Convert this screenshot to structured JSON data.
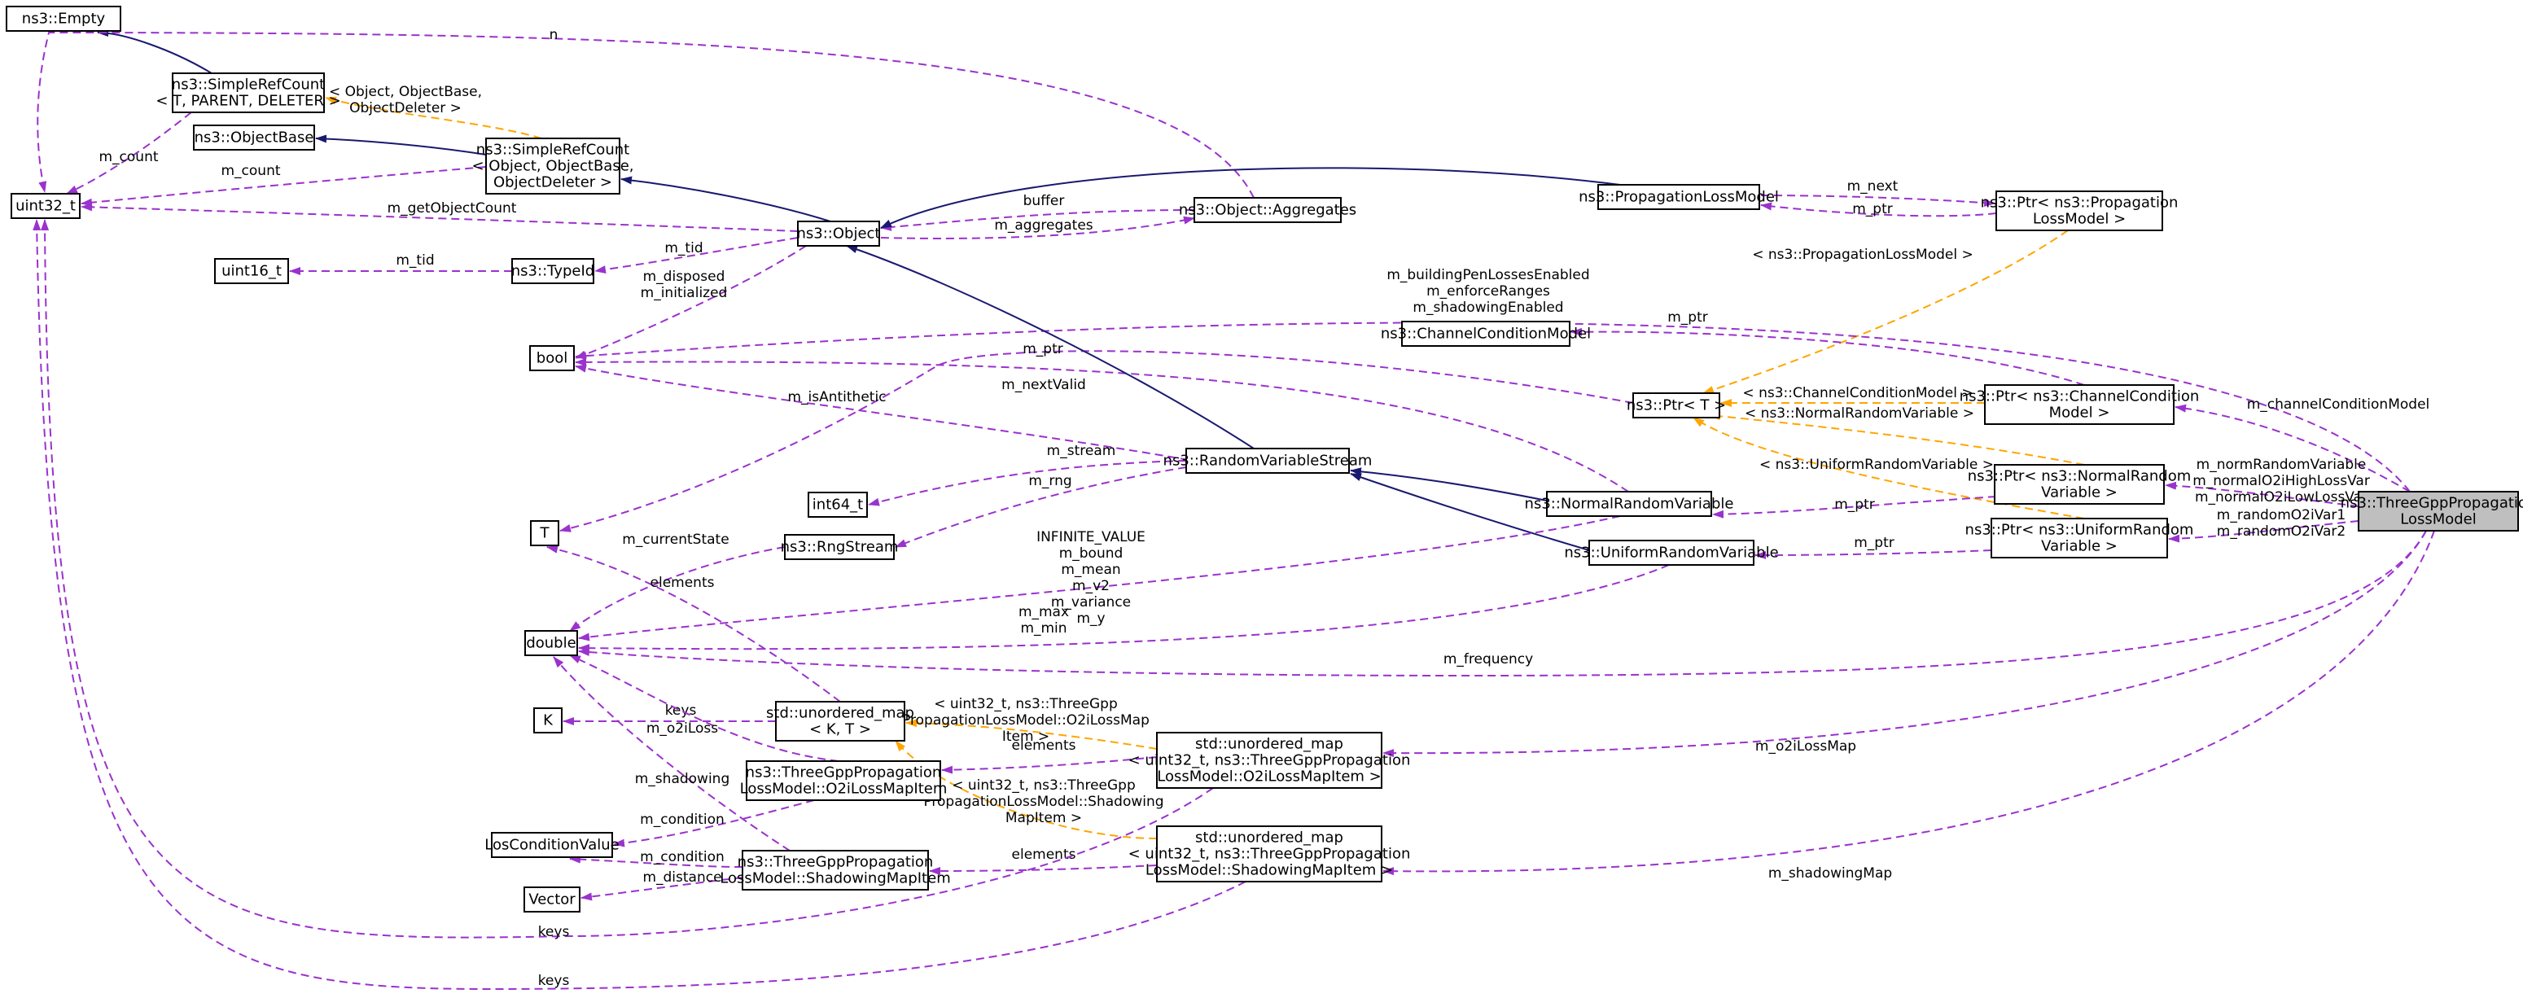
{
  "nodes": {
    "empty": [
      "ns3::Empty"
    ],
    "simplerefcount_t": [
      "ns3::SimpleRefCount",
      "< T, PARENT, DELETER >"
    ],
    "uint32": [
      "uint32_t"
    ],
    "objectbase": [
      "ns3::ObjectBase"
    ],
    "simplerefcount_obj": [
      "ns3::SimpleRefCount",
      "< Object, ObjectBase,",
      "ObjectDeleter >"
    ],
    "object": [
      "ns3::Object"
    ],
    "aggregates": [
      "ns3::Object::Aggregates"
    ],
    "uint16": [
      "uint16_t"
    ],
    "typeid": [
      "ns3::TypeId"
    ],
    "bool": [
      "bool"
    ],
    "T": [
      "T"
    ],
    "int64": [
      "int64_t"
    ],
    "rngstream": [
      "ns3::RngStream"
    ],
    "double": [
      "double"
    ],
    "K": [
      "K"
    ],
    "unordered_map_kt": [
      "std::unordered_map",
      "< K, T >"
    ],
    "o2iitem": [
      "ns3::ThreeGppPropagation",
      "LossModel::O2iLossMapItem"
    ],
    "losconditionvalue": [
      "LosConditionValue"
    ],
    "shadowingitem": [
      "ns3::ThreeGppPropagation",
      "LossModel::ShadowingMapItem"
    ],
    "vector": [
      "Vector"
    ],
    "propagationlossmodel": [
      "ns3::PropagationLossModel"
    ],
    "channelconditionmodel": [
      "ns3::ChannelConditionModel"
    ],
    "randomvariablestream": [
      "ns3::RandomVariableStream"
    ],
    "normalrandomvariable": [
      "ns3::NormalRandomVariable"
    ],
    "uniformrandomvariable": [
      "ns3::UniformRandomVariable"
    ],
    "unordered_map_o2i": [
      "std::unordered_map",
      "< uint32_t, ns3::ThreeGppPropagation",
      "LossModel::O2iLossMapItem >"
    ],
    "unordered_map_shadowing": [
      "std::unordered_map",
      "< uint32_t, ns3::ThreeGppPropagation",
      "LossModel::ShadowingMapItem >"
    ],
    "ptr_t": [
      "ns3::Ptr< T >"
    ],
    "ptr_propagationlossmodel": [
      "ns3::Ptr< ns3::Propagation",
      "LossModel >"
    ],
    "ptr_channelcondition": [
      "ns3::Ptr< ns3::ChannelCondition",
      "Model >"
    ],
    "ptr_normal": [
      "ns3::Ptr< ns3::NormalRandom",
      "Variable >"
    ],
    "ptr_uniform": [
      "ns3::Ptr< ns3::UniformRandom",
      "Variable >"
    ],
    "threegpp": [
      "ns3::ThreeGppPropagation",
      "LossModel"
    ]
  },
  "edge_labels": {
    "n": [
      "n"
    ],
    "m_count_1": [
      "m_count"
    ],
    "template_simplerefcount": [
      "< Object, ObjectBase,",
      "ObjectDeleter >"
    ],
    "m_count_2": [
      "m_count"
    ],
    "m_getobjectcount": [
      "m_getObjectCount"
    ],
    "buffer": [
      "buffer"
    ],
    "m_aggregates": [
      "m_aggregates"
    ],
    "m_tid_1": [
      "m_tid"
    ],
    "m_tid_2": [
      "m_tid"
    ],
    "m_disposed": [
      "m_disposed",
      "m_initialized"
    ],
    "m_next": [
      "m_next"
    ],
    "m_ptr_prop": [
      "m_ptr"
    ],
    "template_propagation": [
      "< ns3::PropagationLossModel >"
    ],
    "m_building": [
      "m_buildingPenLossesEnabled",
      "m_enforceRanges",
      "m_shadowingEnabled"
    ],
    "m_ptr_t": [
      "m_ptr"
    ],
    "m_ptr_channel": [
      "m_ptr"
    ],
    "m_nextvalid": [
      "m_nextValid"
    ],
    "m_isantithetic": [
      "m_isAntithetic"
    ],
    "template_channel": [
      "< ns3::ChannelConditionModel >"
    ],
    "template_normal": [
      "< ns3::NormalRandomVariable >"
    ],
    "template_uniform": [
      "< ns3::UniformRandomVariable >"
    ],
    "m_channelconditionmodel": [
      "m_channelConditionModel"
    ],
    "m_stream": [
      "m_stream"
    ],
    "m_rng": [
      "m_rng"
    ],
    "m_currentstate": [
      "m_currentState"
    ],
    "infinite": [
      "INFINITE_VALUE",
      "m_bound",
      "m_mean",
      "m_v2",
      "m_variance",
      "m_y"
    ],
    "m_ptr_normal": [
      "m_ptr"
    ],
    "m_ptr_uniform": [
      "m_ptr"
    ],
    "m_normrandom": [
      "m_normRandomVariable",
      "m_normalO2iHighLossVar",
      "m_normalO2iLowLossVar"
    ],
    "m_randomo2i": [
      "m_randomO2iVar1",
      "m_randomO2iVar2"
    ],
    "elements_T": [
      "elements"
    ],
    "m_max": [
      "m_max",
      "m_min"
    ],
    "m_frequency": [
      "m_frequency"
    ],
    "template_o2i": [
      "< uint32_t, ns3::ThreeGpp",
      "PropagationLossModel::O2iLossMap",
      "Item >"
    ],
    "keys_K": [
      "keys"
    ],
    "m_o2iloss": [
      "m_o2iLoss"
    ],
    "elements_o2i": [
      "elements"
    ],
    "template_shadowing": [
      "< uint32_t, ns3::ThreeGpp",
      "PropagationLossModel::Shadowing",
      "MapItem >"
    ],
    "m_o2ilossmap": [
      "m_o2iLossMap"
    ],
    "m_shadowing": [
      "m_shadowing"
    ],
    "m_condition_1": [
      "m_condition"
    ],
    "m_condition_2": [
      "m_condition"
    ],
    "elements_shadowing": [
      "elements"
    ],
    "m_distance": [
      "m_distance"
    ],
    "m_shadowingmap": [
      "m_shadowingMap"
    ],
    "keys_1": [
      "keys"
    ],
    "keys_2": [
      "keys"
    ]
  },
  "colors": {
    "inheritance": "#191970",
    "usage": "#9a32cd",
    "template": "#ffa500",
    "highlight_fill": "#bfbfbf"
  }
}
